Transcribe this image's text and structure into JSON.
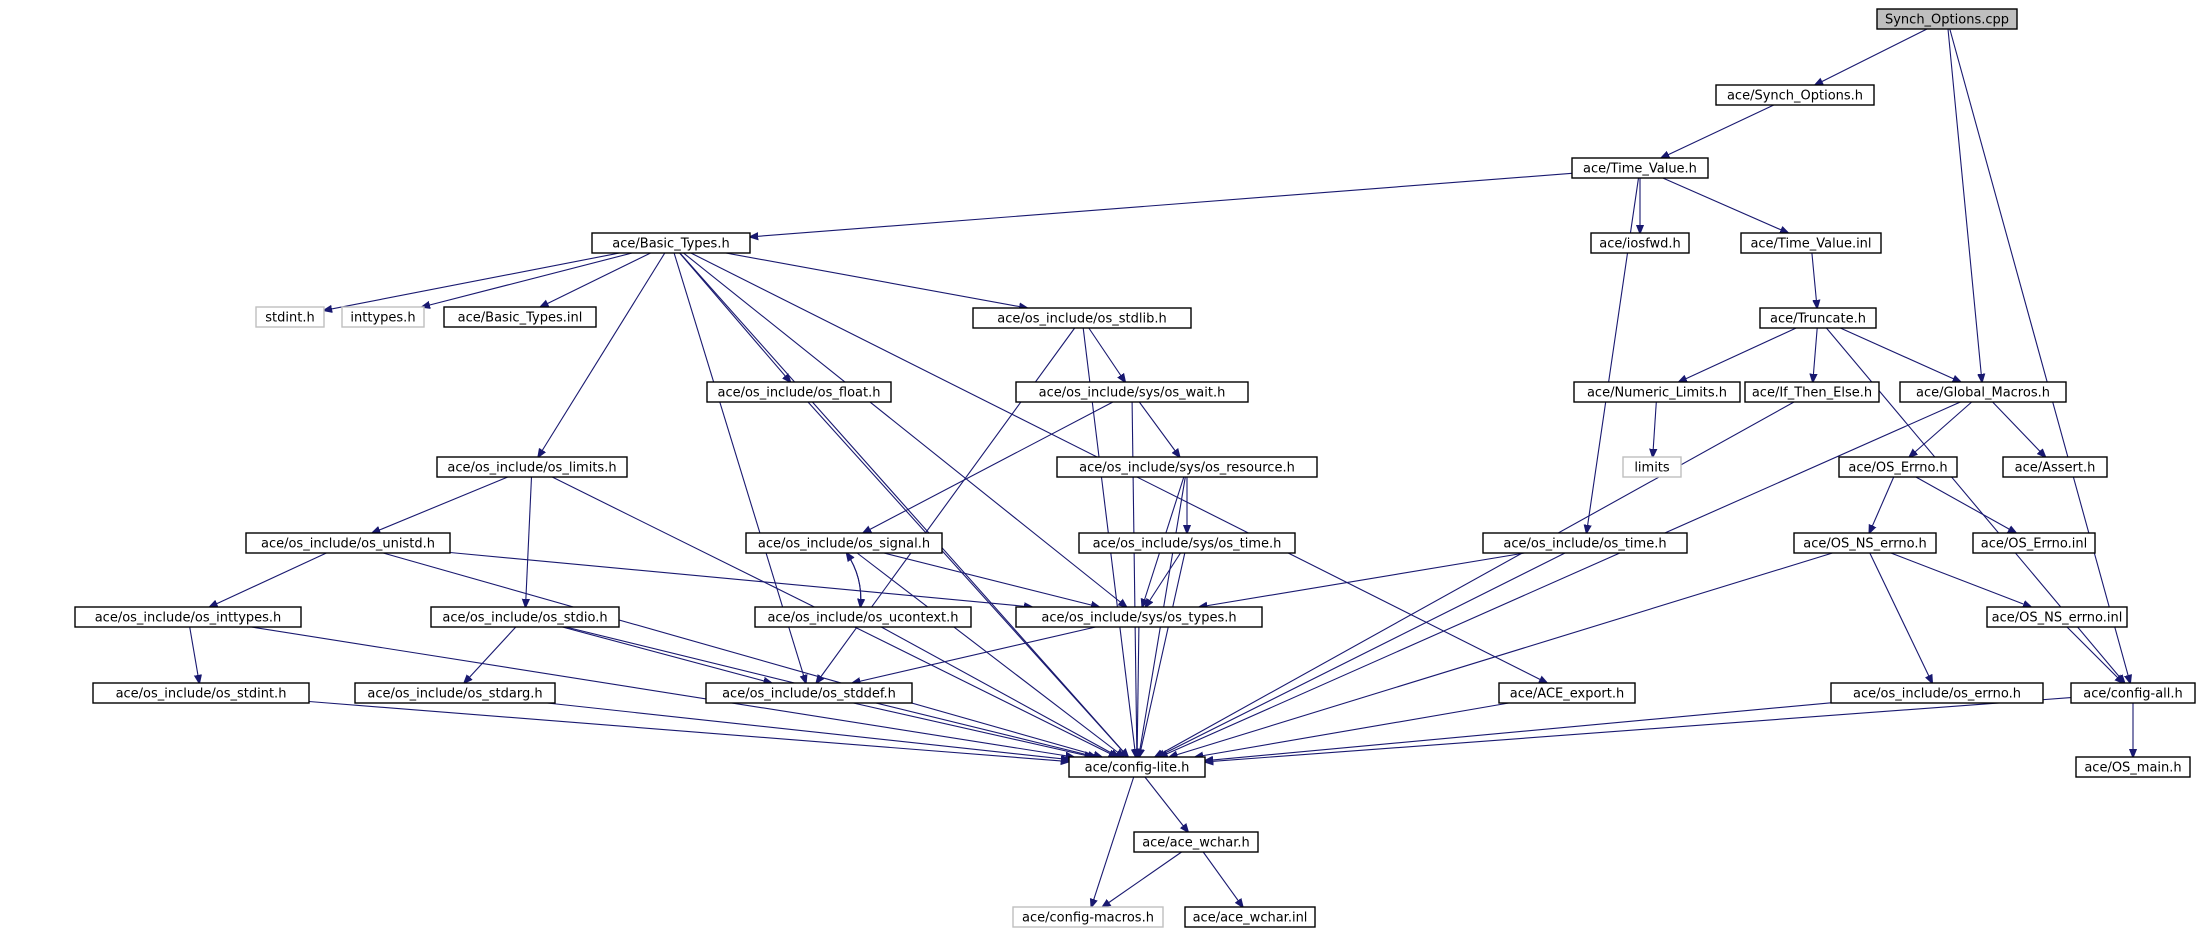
{
  "diagram": {
    "type": "include-dependency-graph",
    "nodes": [
      {
        "id": "root",
        "label": "Synch_Options.cpp",
        "kind": "root"
      },
      {
        "id": "synch",
        "label": "ace/Synch_Options.h"
      },
      {
        "id": "tv",
        "label": "ace/Time_Value.h"
      },
      {
        "id": "basic",
        "label": "ace/Basic_Types.h"
      },
      {
        "id": "iosfwd",
        "label": "ace/iosfwd.h"
      },
      {
        "id": "tvinl",
        "label": "ace/Time_Value.inl"
      },
      {
        "id": "trunc",
        "label": "ace/Truncate.h"
      },
      {
        "id": "stdint",
        "label": "stdint.h",
        "kind": "external"
      },
      {
        "id": "inttypes",
        "label": "inttypes.h",
        "kind": "external"
      },
      {
        "id": "btinl",
        "label": "ace/Basic_Types.inl"
      },
      {
        "id": "stdlib",
        "label": "ace/os_include/os_stdlib.h"
      },
      {
        "id": "float",
        "label": "ace/os_include/os_float.h"
      },
      {
        "id": "wait",
        "label": "ace/os_include/sys/os_wait.h"
      },
      {
        "id": "numlim",
        "label": "ace/Numeric_Limits.h"
      },
      {
        "id": "ifthen",
        "label": "ace/If_Then_Else.h"
      },
      {
        "id": "glob",
        "label": "ace/Global_Macros.h"
      },
      {
        "id": "limits",
        "label": "limits",
        "kind": "external"
      },
      {
        "id": "oslimits",
        "label": "ace/os_include/os_limits.h"
      },
      {
        "id": "resource",
        "label": "ace/os_include/sys/os_resource.h"
      },
      {
        "id": "oserrno",
        "label": "ace/OS_Errno.h"
      },
      {
        "id": "assert",
        "label": "ace/Assert.h"
      },
      {
        "id": "unistd",
        "label": "ace/os_include/os_unistd.h"
      },
      {
        "id": "signal",
        "label": "ace/os_include/os_signal.h"
      },
      {
        "id": "systime",
        "label": "ace/os_include/sys/os_time.h"
      },
      {
        "id": "ostime",
        "label": "ace/os_include/os_time.h"
      },
      {
        "id": "nserrno",
        "label": "ace/OS_NS_errno.h"
      },
      {
        "id": "errnoinl",
        "label": "ace/OS_Errno.inl"
      },
      {
        "id": "osinttypes",
        "label": "ace/os_include/os_inttypes.h"
      },
      {
        "id": "stdio",
        "label": "ace/os_include/os_stdio.h"
      },
      {
        "id": "ucontext",
        "label": "ace/os_include/os_ucontext.h"
      },
      {
        "id": "systypes",
        "label": "ace/os_include/sys/os_types.h"
      },
      {
        "id": "nserrnoinl",
        "label": "ace/OS_NS_errno.inl"
      },
      {
        "id": "osstdint",
        "label": "ace/os_include/os_stdint.h"
      },
      {
        "id": "stdarg",
        "label": "ace/os_include/os_stdarg.h"
      },
      {
        "id": "stddef",
        "label": "ace/os_include/os_stddef.h"
      },
      {
        "id": "export",
        "label": "ace/ACE_export.h"
      },
      {
        "id": "oserrnoh",
        "label": "ace/os_include/os_errno.h"
      },
      {
        "id": "cfgall",
        "label": "ace/config-all.h"
      },
      {
        "id": "cfglite",
        "label": "ace/config-lite.h"
      },
      {
        "id": "osmain",
        "label": "ace/OS_main.h"
      },
      {
        "id": "wchar",
        "label": "ace/ace_wchar.h"
      },
      {
        "id": "cfgmacros",
        "label": "ace/config-macros.h",
        "kind": "external"
      },
      {
        "id": "wcharinl",
        "label": "ace/ace_wchar.inl"
      }
    ],
    "edges": [
      [
        "root",
        "synch"
      ],
      [
        "root",
        "glob"
      ],
      [
        "root",
        "cfgall"
      ],
      [
        "synch",
        "tv"
      ],
      [
        "tv",
        "basic"
      ],
      [
        "tv",
        "iosfwd"
      ],
      [
        "tv",
        "tvinl"
      ],
      [
        "tv",
        "ostime"
      ],
      [
        "tvinl",
        "trunc"
      ],
      [
        "trunc",
        "numlim"
      ],
      [
        "trunc",
        "ifthen"
      ],
      [
        "trunc",
        "glob"
      ],
      [
        "trunc",
        "cfgall"
      ],
      [
        "basic",
        "stdint"
      ],
      [
        "basic",
        "inttypes"
      ],
      [
        "basic",
        "btinl"
      ],
      [
        "basic",
        "stdlib"
      ],
      [
        "basic",
        "float"
      ],
      [
        "basic",
        "oslimits"
      ],
      [
        "basic",
        "systypes"
      ],
      [
        "basic",
        "stddef"
      ],
      [
        "basic",
        "export"
      ],
      [
        "basic",
        "cfglite"
      ],
      [
        "stdlib",
        "wait"
      ],
      [
        "stdlib",
        "stddef"
      ],
      [
        "stdlib",
        "cfglite"
      ],
      [
        "float",
        "cfglite"
      ],
      [
        "wait",
        "signal"
      ],
      [
        "wait",
        "resource"
      ],
      [
        "wait",
        "cfglite"
      ],
      [
        "numlim",
        "limits"
      ],
      [
        "ifthen",
        "cfglite"
      ],
      [
        "glob",
        "oserrno"
      ],
      [
        "glob",
        "assert"
      ],
      [
        "glob",
        "cfglite"
      ],
      [
        "oslimits",
        "unistd"
      ],
      [
        "oslimits",
        "stdio"
      ],
      [
        "oslimits",
        "cfglite"
      ],
      [
        "resource",
        "systime"
      ],
      [
        "resource",
        "systypes"
      ],
      [
        "resource",
        "cfglite"
      ],
      [
        "oserrno",
        "nserrno"
      ],
      [
        "oserrno",
        "errnoinl"
      ],
      [
        "unistd",
        "osinttypes"
      ],
      [
        "unistd",
        "systypes"
      ],
      [
        "unistd",
        "cfglite"
      ],
      [
        "signal",
        "ucontext"
      ],
      [
        "signal",
        "systypes"
      ],
      [
        "signal",
        "cfglite"
      ],
      [
        "ucontext",
        "signal"
      ],
      [
        "ucontext",
        "cfglite"
      ],
      [
        "systime",
        "systypes"
      ],
      [
        "systime",
        "cfglite"
      ],
      [
        "ostime",
        "systypes"
      ],
      [
        "ostime",
        "cfglite"
      ],
      [
        "nserrno",
        "nserrnoinl"
      ],
      [
        "nserrno",
        "oserrnoh"
      ],
      [
        "nserrno",
        "cfglite"
      ],
      [
        "nserrnoinl",
        "cfgall"
      ],
      [
        "osinttypes",
        "osstdint"
      ],
      [
        "osinttypes",
        "cfglite"
      ],
      [
        "stdio",
        "stdarg"
      ],
      [
        "stdio",
        "stddef"
      ],
      [
        "stdio",
        "cfglite"
      ],
      [
        "systypes",
        "stddef"
      ],
      [
        "systypes",
        "cfglite"
      ],
      [
        "osstdint",
        "cfglite"
      ],
      [
        "stdarg",
        "cfglite"
      ],
      [
        "stddef",
        "cfglite"
      ],
      [
        "export",
        "cfglite"
      ],
      [
        "oserrnoh",
        "cfglite"
      ],
      [
        "cfgall",
        "cfglite"
      ],
      [
        "cfgall",
        "osmain"
      ],
      [
        "cfglite",
        "wchar"
      ],
      [
        "cfglite",
        "cfgmacros"
      ],
      [
        "wchar",
        "cfgmacros"
      ],
      [
        "wchar",
        "wcharinl"
      ]
    ]
  }
}
